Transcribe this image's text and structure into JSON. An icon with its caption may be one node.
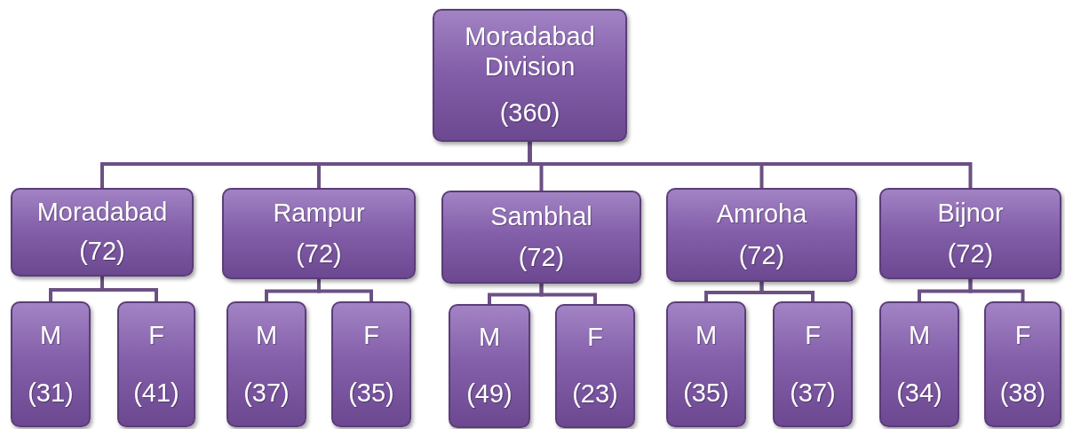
{
  "diagram": {
    "nodes": [
      {
        "text": [
          "Moradabad Division",
          "(360)"
        ]
      },
      {
        "text": [
          "Moradabad",
          "(72)"
        ]
      },
      {
        "text": [
          "Rampur",
          "(72)"
        ]
      },
      {
        "text": [
          "Sambhal",
          "(72)"
        ]
      },
      {
        "text": [
          "Amroha",
          "(72)"
        ]
      },
      {
        "text": [
          "Bijnor",
          "(72)"
        ]
      },
      {
        "text": [
          "M",
          "(31)"
        ]
      },
      {
        "text": [
          "F",
          "(41)"
        ]
      },
      {
        "text": [
          "M",
          "(37)"
        ]
      },
      {
        "text": [
          "F",
          "(35)"
        ]
      },
      {
        "text": [
          "M",
          "(49)"
        ]
      },
      {
        "text": [
          "F",
          "(23)"
        ]
      },
      {
        "text": [
          "M",
          "(35)"
        ]
      },
      {
        "text": [
          "F",
          "(37)"
        ]
      },
      {
        "text": [
          "M",
          "(34)"
        ]
      },
      {
        "text": [
          "F",
          "(38)"
        ]
      }
    ],
    "edges": [
      {
        "from": 0,
        "to": 1,
        "arrow": "none"
      },
      {
        "from": 0,
        "to": 2,
        "arrow": "none"
      },
      {
        "from": 0,
        "to": 3,
        "arrow": "none"
      },
      {
        "from": 0,
        "to": 4,
        "arrow": "none"
      },
      {
        "from": 0,
        "to": 5,
        "arrow": "none"
      },
      {
        "from": 1,
        "to": 6,
        "arrow": "none"
      },
      {
        "from": 1,
        "to": 7,
        "arrow": "none"
      },
      {
        "from": 2,
        "to": 8,
        "arrow": "none"
      },
      {
        "from": 2,
        "to": 9,
        "arrow": "none"
      },
      {
        "from": 3,
        "to": 10,
        "arrow": "none"
      },
      {
        "from": 3,
        "to": 11,
        "arrow": "none"
      },
      {
        "from": 4,
        "to": 12,
        "arrow": "none"
      },
      {
        "from": 4,
        "to": 13,
        "arrow": "none"
      },
      {
        "from": 5,
        "to": 14,
        "arrow": "none"
      },
      {
        "from": 5,
        "to": 15,
        "arrow": "none"
      }
    ]
  }
}
